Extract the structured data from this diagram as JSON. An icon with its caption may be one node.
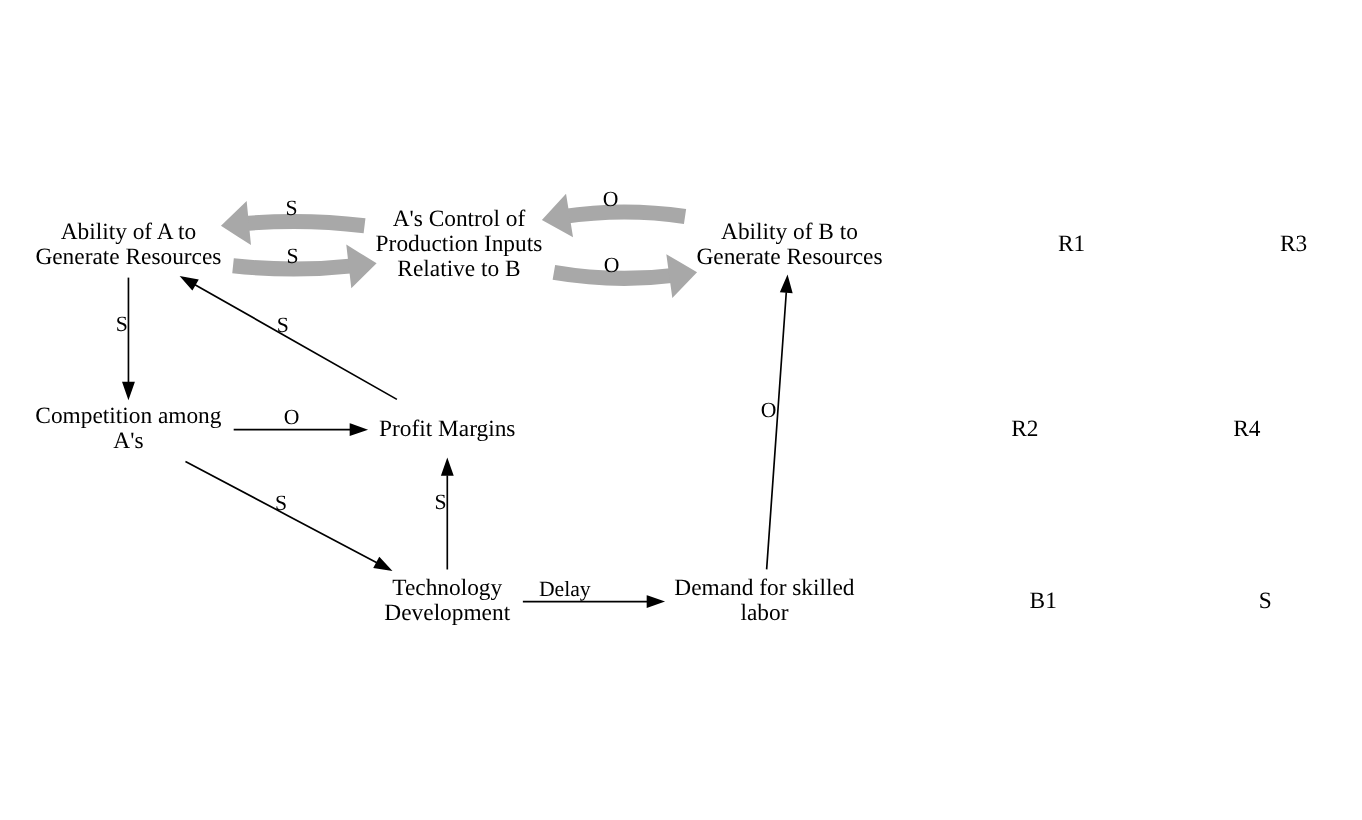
{
  "diagram": {
    "nodes": [
      {
        "text": [
          "Ability of A to Generate Resources"
        ]
      },
      {
        "text": [
          "A's Control of Production Inputs Relative to B"
        ]
      },
      {
        "text": [
          "Ability of B to Generate Resources"
        ]
      },
      {
        "text": [
          "Competition among A's"
        ]
      },
      {
        "text": [
          "Profit Margins"
        ]
      },
      {
        "text": [
          "Technology Development"
        ]
      },
      {
        "text": [
          "Demand for skilled labor"
        ]
      }
    ],
    "edges": [
      {
        "from": 0,
        "to": 1,
        "arrow": "to",
        "label": "S",
        "style": "thick",
        "color": "#a8a8a8"
      },
      {
        "from": 0,
        "to": 3,
        "arrow": "to",
        "label": "S"
      },
      {
        "from": 1,
        "to": 0,
        "arrow": "to",
        "label": "S",
        "style": "thick",
        "color": "#a8a8a8"
      },
      {
        "from": 1,
        "to": 2,
        "arrow": "to",
        "label": "O",
        "style": "thick",
        "color": "#a8a8a8"
      },
      {
        "from": 2,
        "to": 1,
        "arrow": "to",
        "label": "O",
        "style": "thick",
        "color": "#a8a8a8"
      },
      {
        "from": 3,
        "to": 4,
        "arrow": "to",
        "label": "O"
      },
      {
        "from": 3,
        "to": 5,
        "arrow": "to",
        "label": "S"
      },
      {
        "from": 4,
        "to": 0,
        "arrow": "to",
        "label": "S"
      },
      {
        "from": 5,
        "to": 4,
        "arrow": "to",
        "label": "S"
      },
      {
        "from": 5,
        "to": 6,
        "arrow": "to",
        "label": "Delay"
      },
      {
        "from": 6,
        "to": 2,
        "arrow": "to",
        "label": "O"
      }
    ],
    "labels": [
      "R1",
      "R2",
      "B1",
      "R3",
      "R4",
      "S"
    ]
  }
}
